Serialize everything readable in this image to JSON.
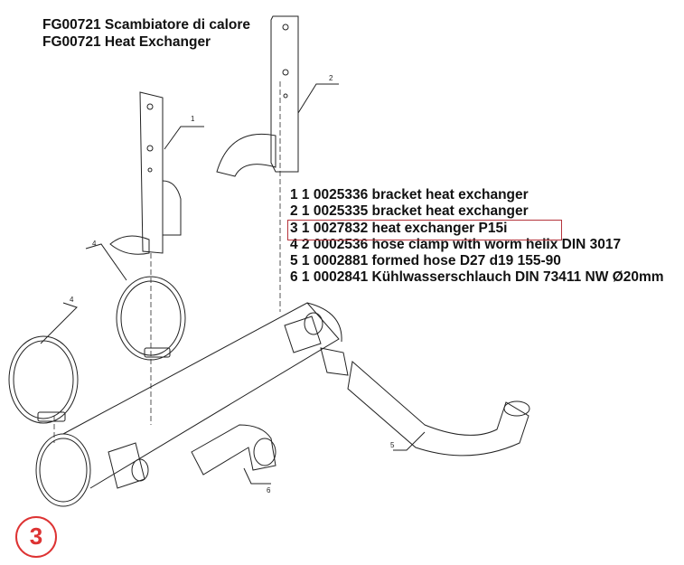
{
  "header": {
    "title_it": "FG00721 Scambiatore di calore",
    "title_en": "FG00721 Heat Exchanger"
  },
  "parts_list": [
    {
      "text": "1 1 0025336 bracket heat exchanger"
    },
    {
      "text": "2 1 0025335 bracket heat exchanger"
    },
    {
      "text": "3 1 0027832 heat exchanger P15i",
      "highlighted": true
    },
    {
      "text": "4 2 0002536 hose clamp with worm helix DIN 3017"
    },
    {
      "text": "5 1 0002881 formed hose D27 d19 155-90"
    },
    {
      "text": "6 1 0002841 Kühlwasserschlauch DIN 73411 NW Ø20mm"
    }
  ],
  "callouts": [
    "1",
    "2",
    "4",
    "4",
    "5",
    "6"
  ],
  "selected_badge": "3",
  "colors": {
    "highlight": "#b5343c",
    "badge": "#dd3333"
  }
}
